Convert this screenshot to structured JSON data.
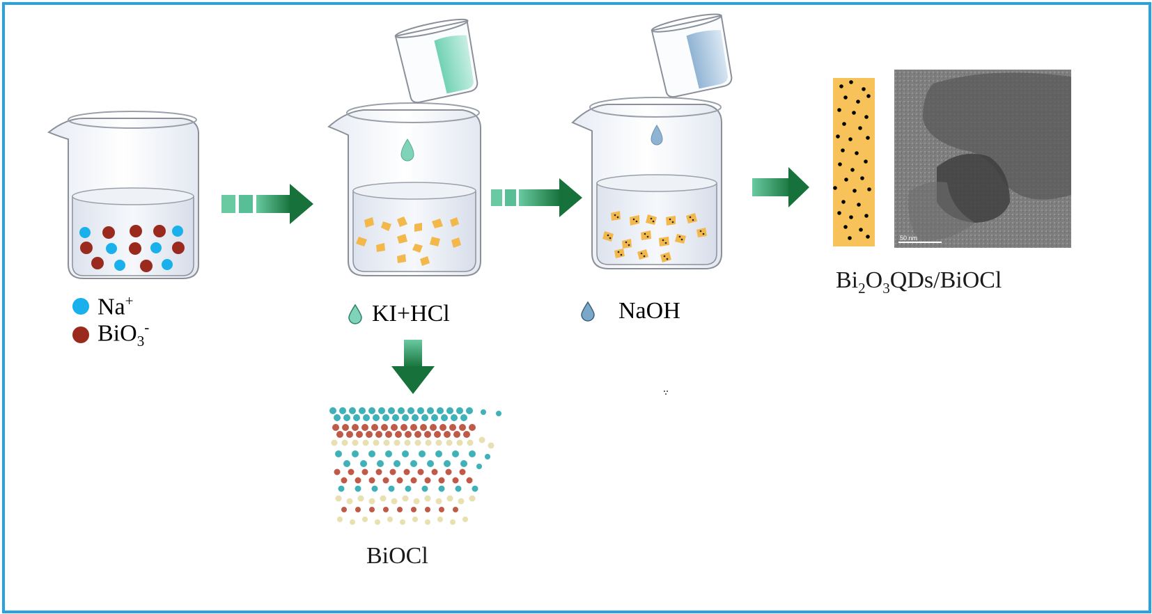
{
  "legend": {
    "na": {
      "text": "Na",
      "sup": "+",
      "color": "#1ab0ec"
    },
    "bio3": {
      "text": "BiO",
      "sub": "3",
      "sup": "-",
      "color": "#9b2a1e"
    }
  },
  "steps": {
    "reagent1": {
      "label": "KI+HCl",
      "color": "#7fd3b8"
    },
    "reagent2": {
      "label": "NaOH",
      "color": "#7aa8c8"
    },
    "product": {
      "pre": "Bi",
      "sub1": "2",
      "mid": "O",
      "sub2": "3",
      "post": "QDs/BiOCl"
    },
    "intermediate": {
      "label": "BiOCl"
    }
  },
  "tem": {
    "scale_bar": "50 nm"
  },
  "colors": {
    "border": "#29a3e0",
    "arrow": "#1e7a3c",
    "sheet": "#f2b84b",
    "qd_bar": "#f7c25a"
  }
}
